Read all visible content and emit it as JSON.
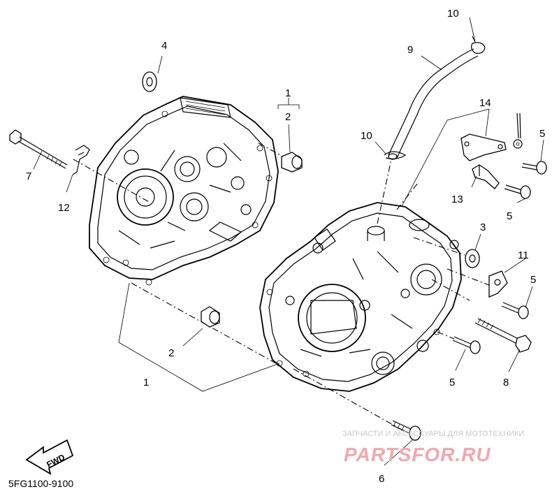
{
  "diagram": {
    "code": "5FG1100-9100",
    "fwd_label": "FWD",
    "watermark_top": "ЗАПЧАСТИ И АКСЕССУАРЫ ДЛЯ МОТОТЕХНИКИ",
    "watermark_brand": "PARTSFOR.RU",
    "callouts": [
      {
        "id": "label-4",
        "text": "4"
      },
      {
        "id": "label-1-top",
        "text": "1"
      },
      {
        "id": "label-2-top",
        "text": "2"
      },
      {
        "id": "label-7",
        "text": "7"
      },
      {
        "id": "label-12",
        "text": "12"
      },
      {
        "id": "label-2-bottom",
        "text": "2"
      },
      {
        "id": "label-1-bottom",
        "text": "1"
      },
      {
        "id": "label-10-top",
        "text": "10"
      },
      {
        "id": "label-9",
        "text": "9"
      },
      {
        "id": "label-14",
        "text": "14"
      },
      {
        "id": "label-10-mid",
        "text": "10"
      },
      {
        "id": "label-5-a",
        "text": "5"
      },
      {
        "id": "label-13",
        "text": "13"
      },
      {
        "id": "label-5-b",
        "text": "5"
      },
      {
        "id": "label-3",
        "text": "3"
      },
      {
        "id": "label-11",
        "text": "11"
      },
      {
        "id": "label-5-c",
        "text": "5"
      },
      {
        "id": "label-5-d",
        "text": "5"
      },
      {
        "id": "label-8",
        "text": "8"
      },
      {
        "id": "label-6",
        "text": "6"
      }
    ]
  }
}
